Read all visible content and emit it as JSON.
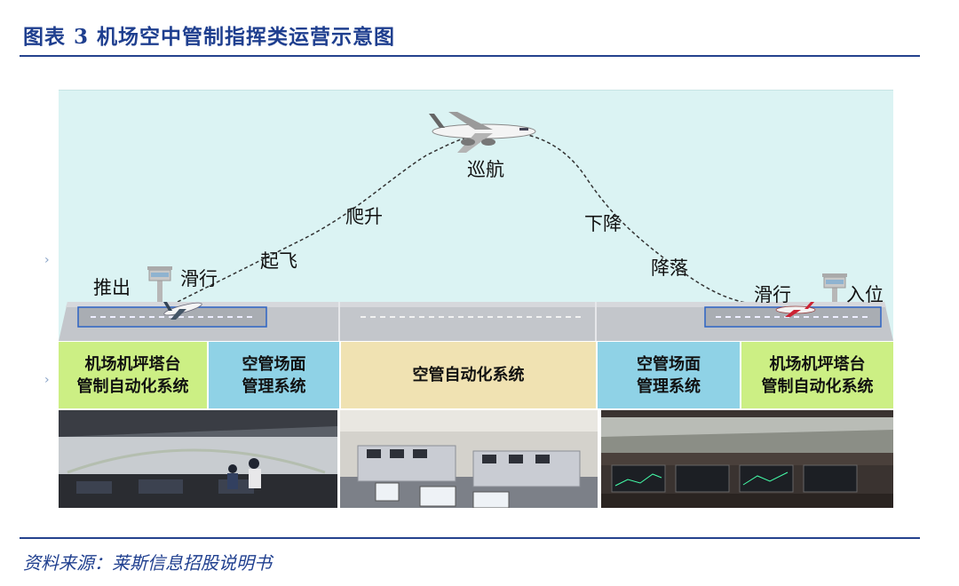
{
  "header": {
    "title": "图表 3   机场空中管制指挥类运营示意图"
  },
  "flight_stages": {
    "push_out": "推出",
    "taxi_out": "滑行",
    "takeoff": "起飞",
    "climb": "爬升",
    "cruise": "巡航",
    "descent": "下降",
    "landing": "降落",
    "taxi_in": "滑行",
    "park_in": "入位"
  },
  "systems": [
    {
      "line1": "机场机坪塔台",
      "line2": "管制自动化系统",
      "color": "#ccef84"
    },
    {
      "line1": "空管场面",
      "line2": "管理系统",
      "color": "#8fd2e6"
    },
    {
      "line1": "空管自动化系统",
      "line2": "",
      "color": "#f0e2b2"
    },
    {
      "line1": "空管场面",
      "line2": "管理系统",
      "color": "#8fd2e6"
    },
    {
      "line1": "机场机坪塔台",
      "line2": "管制自动化系统",
      "color": "#ccef84"
    }
  ],
  "photos": [
    "control-tower-photo",
    "atc-center-photo",
    "apron-control-room-photo"
  ],
  "footer": {
    "source": "资料来源：莱斯信息招股说明书"
  }
}
